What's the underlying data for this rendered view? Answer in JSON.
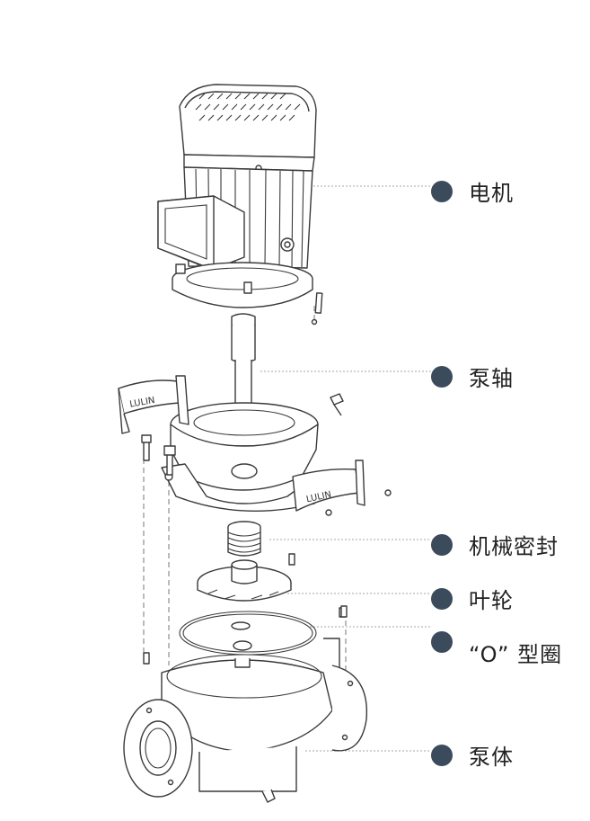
{
  "labels": [
    {
      "text": "电机"
    },
    {
      "text": "泵轴"
    },
    {
      "text": "机械密封"
    },
    {
      "text": "叶轮"
    },
    {
      "text": "“O” 型圈"
    },
    {
      "text": "泵体"
    }
  ],
  "brand_text": "LULIN",
  "colors": {
    "dot": "#3c4b5c",
    "line": "#3a3a3a",
    "leader": "#a4a4a4"
  }
}
